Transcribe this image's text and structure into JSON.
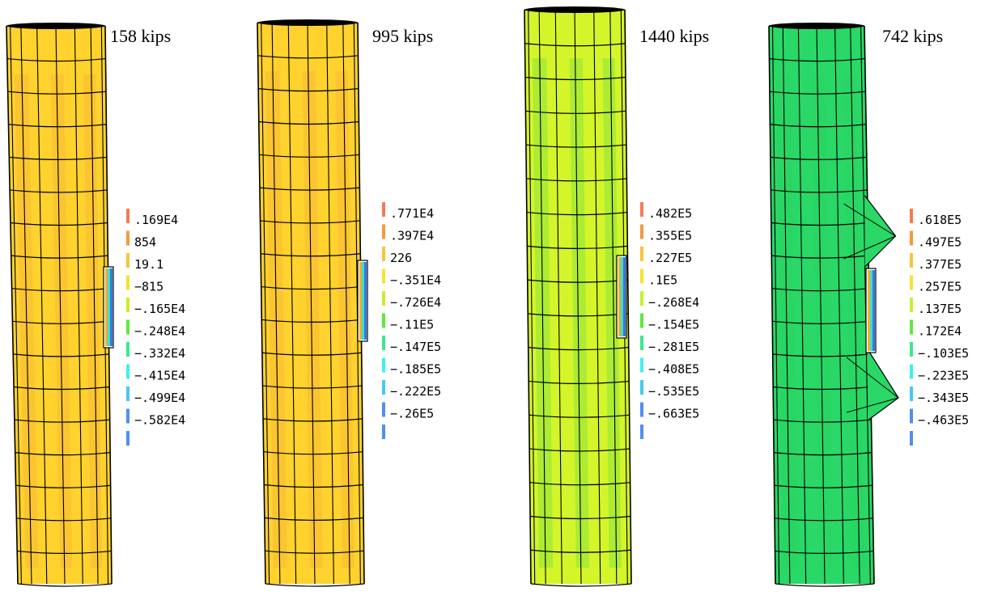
{
  "panels": [
    {
      "load_label": "158 kips",
      "contour_colors": [
        "#ffd22e",
        "#f5b935"
      ],
      "legend": [
        ".169E4",
        "854",
        "19.1",
        "−815",
        "−.165E4",
        "−.248E4",
        "−.332E4",
        "−.415E4",
        "−.499E4",
        "−.582E4"
      ]
    },
    {
      "load_label": "995 kips",
      "contour_colors": [
        "#ffd22e",
        "#f5b935"
      ],
      "legend": [
        ".771E4",
        ".397E4",
        "226",
        "−.351E4",
        "−.726E4",
        "−.11E5",
        "−.147E5",
        "−.185E5",
        "−.222E5",
        "−.26E5"
      ]
    },
    {
      "load_label": "1440 kips",
      "contour_colors": [
        "#d4f52a",
        "#8be43a"
      ],
      "legend": [
        ".482E5",
        ".355E5",
        ".227E5",
        ".1E5",
        "−.268E4",
        "−.154E5",
        "−.281E5",
        "−.408E5",
        "−.535E5",
        "−.663E5"
      ]
    },
    {
      "load_label": "742 kips",
      "contour_colors": [
        "#29d866",
        "#2bcf5e"
      ],
      "legend": [
        ".618E5",
        ".497E5",
        ".377E5",
        ".257E5",
        ".137E5",
        ".172E4",
        "−.103E5",
        "−.223E5",
        "−.343E5",
        "−.463E5"
      ]
    }
  ],
  "legend_colors": [
    "#f57a56",
    "#f5993d",
    "#f7c53a",
    "#f5e332",
    "#c6f02e",
    "#5ee83c",
    "#3be88f",
    "#3ef0ee",
    "#45c8f5",
    "#4f8ff2"
  ]
}
